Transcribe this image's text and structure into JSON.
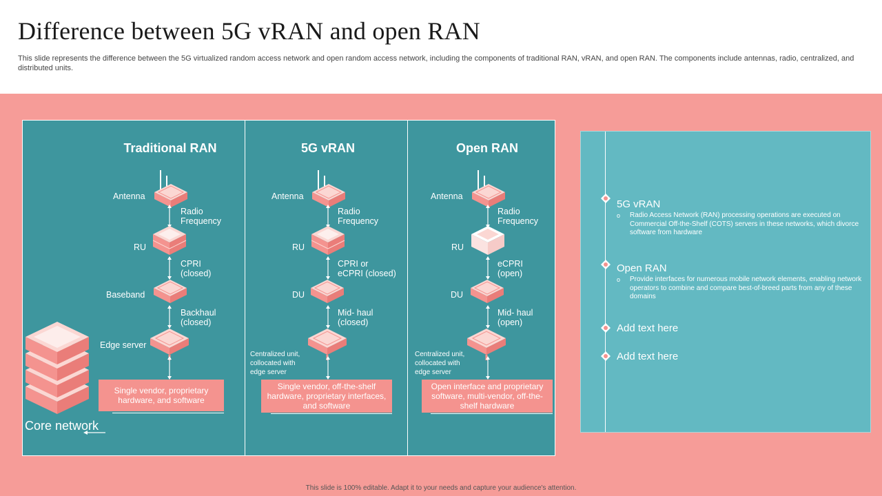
{
  "title": "Difference between 5G vRAN and open RAN",
  "subtitle": "This slide represents the difference between the 5G virtualized random access network and open random access network, including the components of traditional RAN, vRAN,  and open RAN. The components include antennas, radio, centralized, and distributed units.",
  "footer": "This slide is 100% editable. Adapt it to your needs and capture your audience's attention.",
  "colors": {
    "band": "#f69c98",
    "diagram_bg": "#3e969e",
    "panel_bg": "#63b9c2",
    "device": "#f4938f",
    "vendor_box": "#f4938f"
  },
  "diagram": {
    "core_label": "Core network",
    "columns": [
      {
        "title": "Traditional RAN",
        "antenna": "Antenna",
        "radio": "Radio\nFrequency",
        "unit": "RU",
        "link1": "CPRI\n(closed)",
        "node3": "Baseband",
        "link2": "Backhaul\n(closed)",
        "node4": "Edge server",
        "box": "Single vendor,  proprietary hardware,  and software"
      },
      {
        "title": "5G vRAN",
        "antenna": "Antenna",
        "radio": "Radio\nFrequency",
        "unit": "RU",
        "link1": "CPRI or\neCPRI (closed)",
        "node3": "DU",
        "link2": "Mid- haul\n(closed)",
        "node4": "Centralized unit, collocated with edge server",
        "box": "Single vendor, off-the-shelf hardware, proprietary interfaces, and software"
      },
      {
        "title": "Open RAN",
        "antenna": "Antenna",
        "radio": "Radio\nFrequency",
        "unit": "RU",
        "link1": "eCPRI\n(open)",
        "node3": "DU",
        "link2": "Mid- haul\n(open)",
        "node4": "Centralized unit, collocated with edge server",
        "box": "Open interface and proprietary software, multi-vendor, off-the-shelf hardware"
      }
    ]
  },
  "panel": {
    "items": [
      {
        "heading": "5G vRAN",
        "bullet": "o",
        "body": "Radio Access Network (RAN) processing operations are executed on Commercial  Off-the-Shelf (COTS) servers in these networks, which divorce software from hardware",
        "marker_icon": "diamond-marker-icon"
      },
      {
        "heading": "Open RAN",
        "bullet": "o",
        "body": "Provide interfaces for numerous mobile network elements, enabling network operators to combine and compare best-of-breed parts from any of these domains",
        "marker_icon": "diamond-marker-icon"
      },
      {
        "heading": "Add text here",
        "marker_icon": "diamond-marker-icon"
      },
      {
        "heading": "Add text here",
        "marker_icon": "diamond-marker-icon"
      }
    ]
  }
}
